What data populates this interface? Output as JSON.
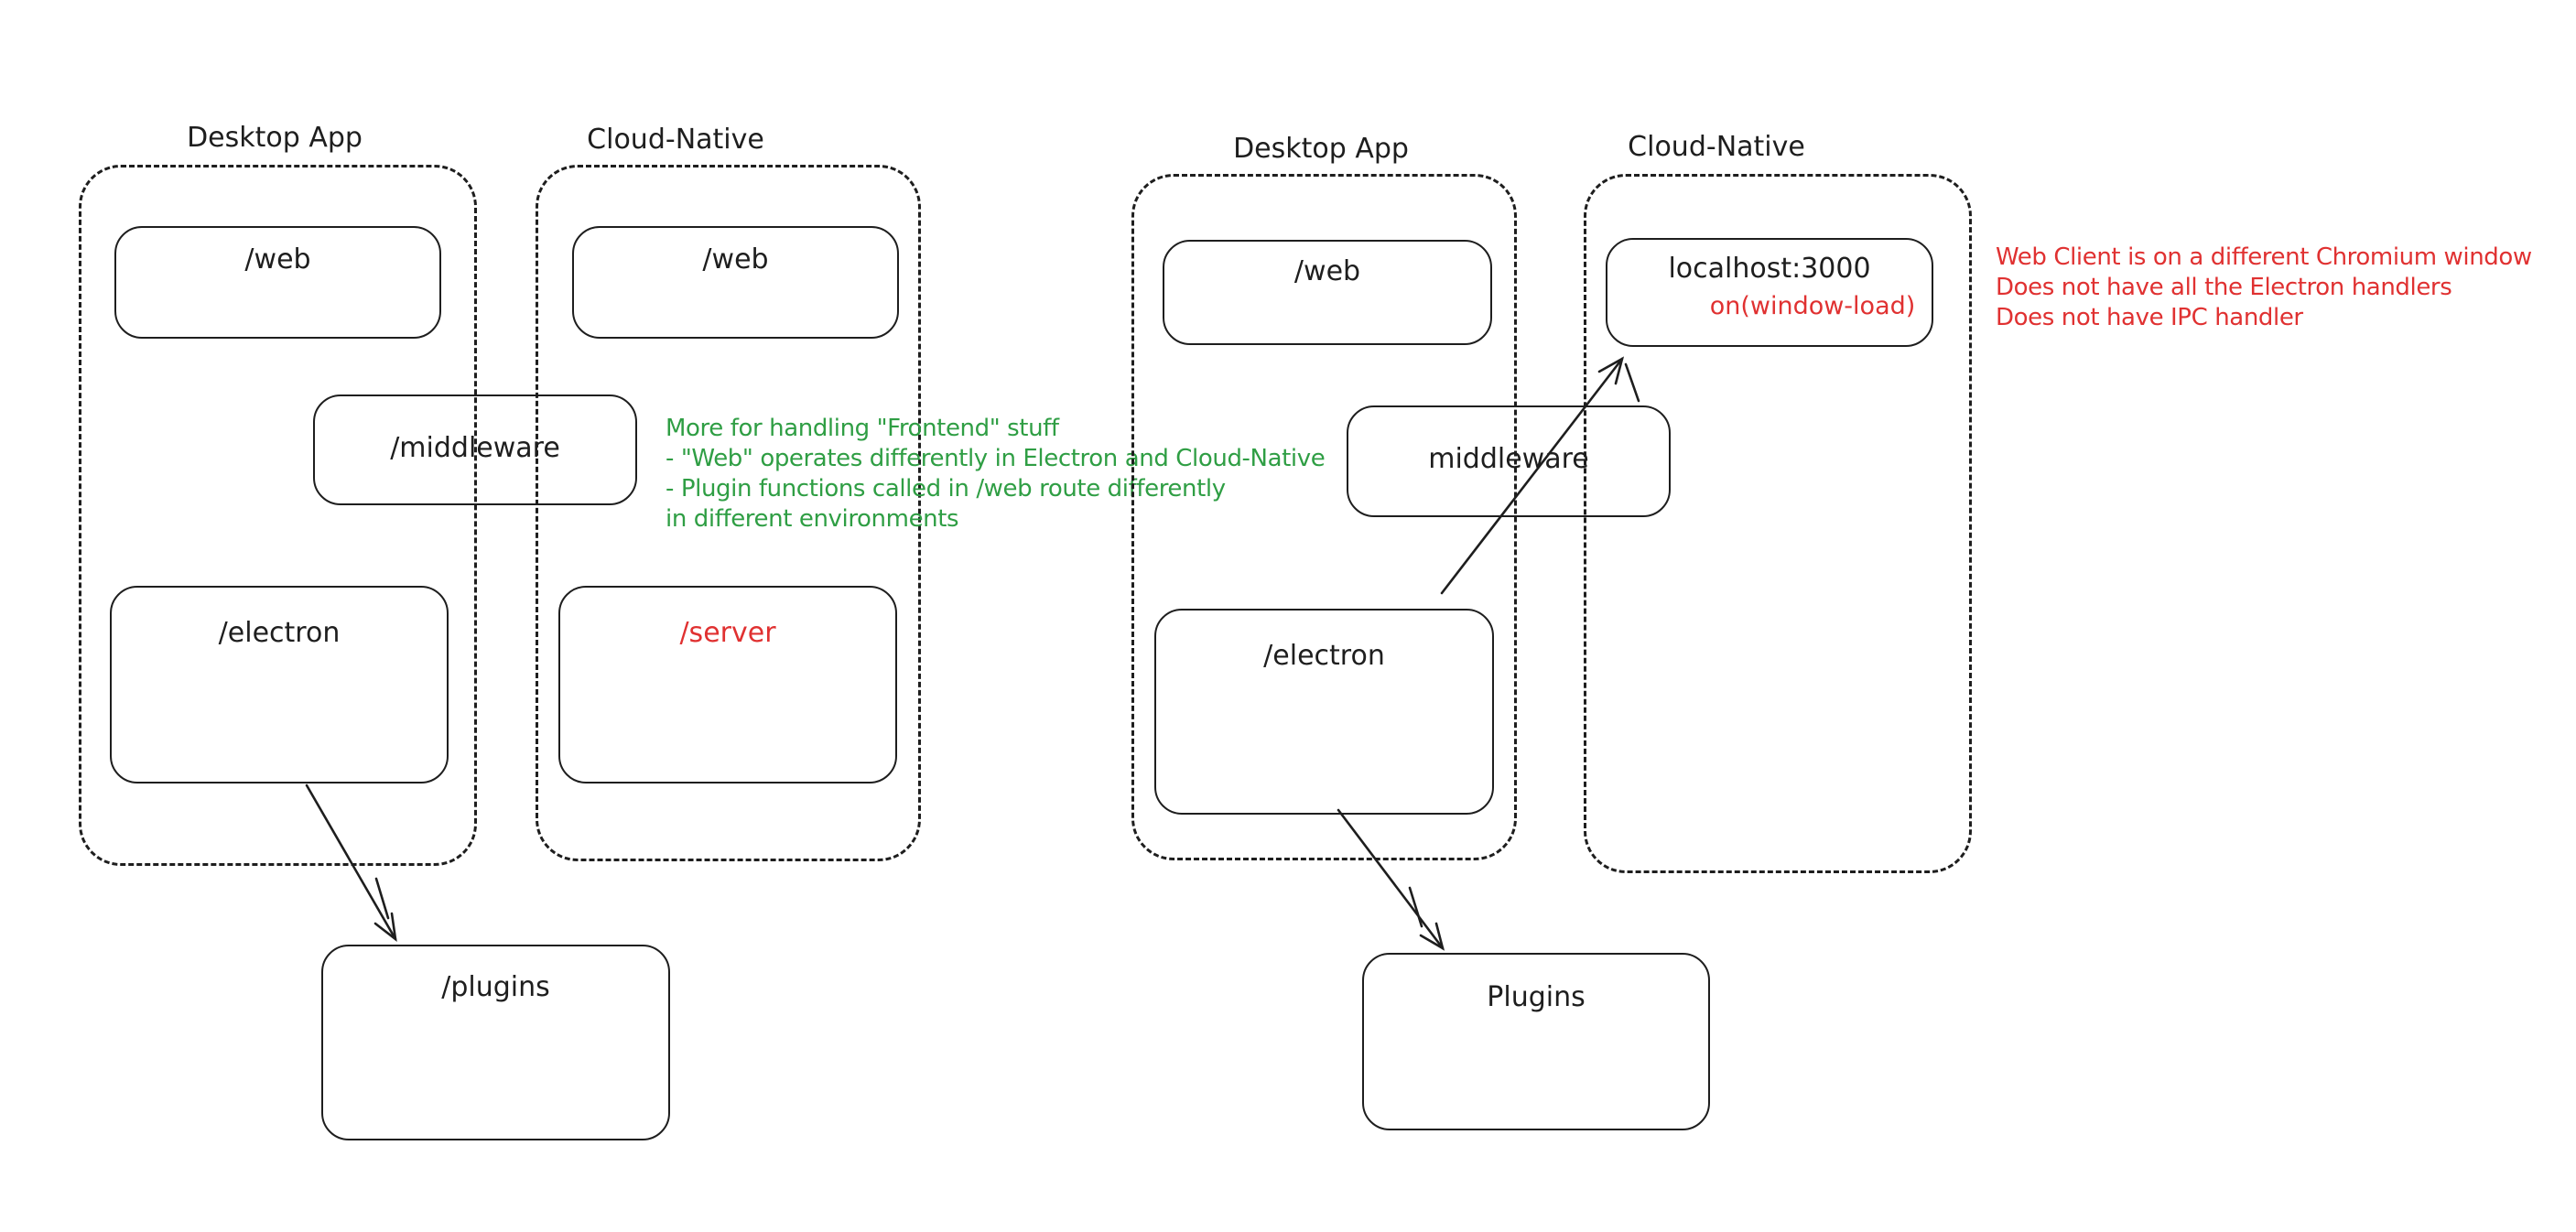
{
  "colors": {
    "stroke": "#1e1e1e",
    "red": "#e03131",
    "green": "#2f9e44",
    "background": "#ffffff"
  },
  "left": {
    "desktop_label": "Desktop App",
    "cloud_label": "Cloud-Native",
    "web_desktop": "/web",
    "web_cloud": "/web",
    "middleware": "/middleware",
    "electron": "/electron",
    "server": "/server",
    "plugins": "/plugins",
    "green_note": {
      "line1": "More for handling \"Frontend\" stuff",
      "line2": "- \"Web\" operates differently in Electron and Cloud-Native",
      "line3": "- Plugin functions called in /web route differently",
      "line4": "in different environments"
    }
  },
  "right": {
    "desktop_label": "Desktop App",
    "cloud_label": "Cloud-Native",
    "web_desktop": "/web",
    "localhost_title": "localhost:3000",
    "localhost_event": "on(window-load)",
    "middleware": "middleware",
    "electron": "/electron",
    "plugins": "Plugins",
    "red_note": {
      "line1": "Web Client is on a different Chromium window",
      "line2": "Does not have all the Electron handlers",
      "line3": "Does not have IPC handler"
    }
  }
}
